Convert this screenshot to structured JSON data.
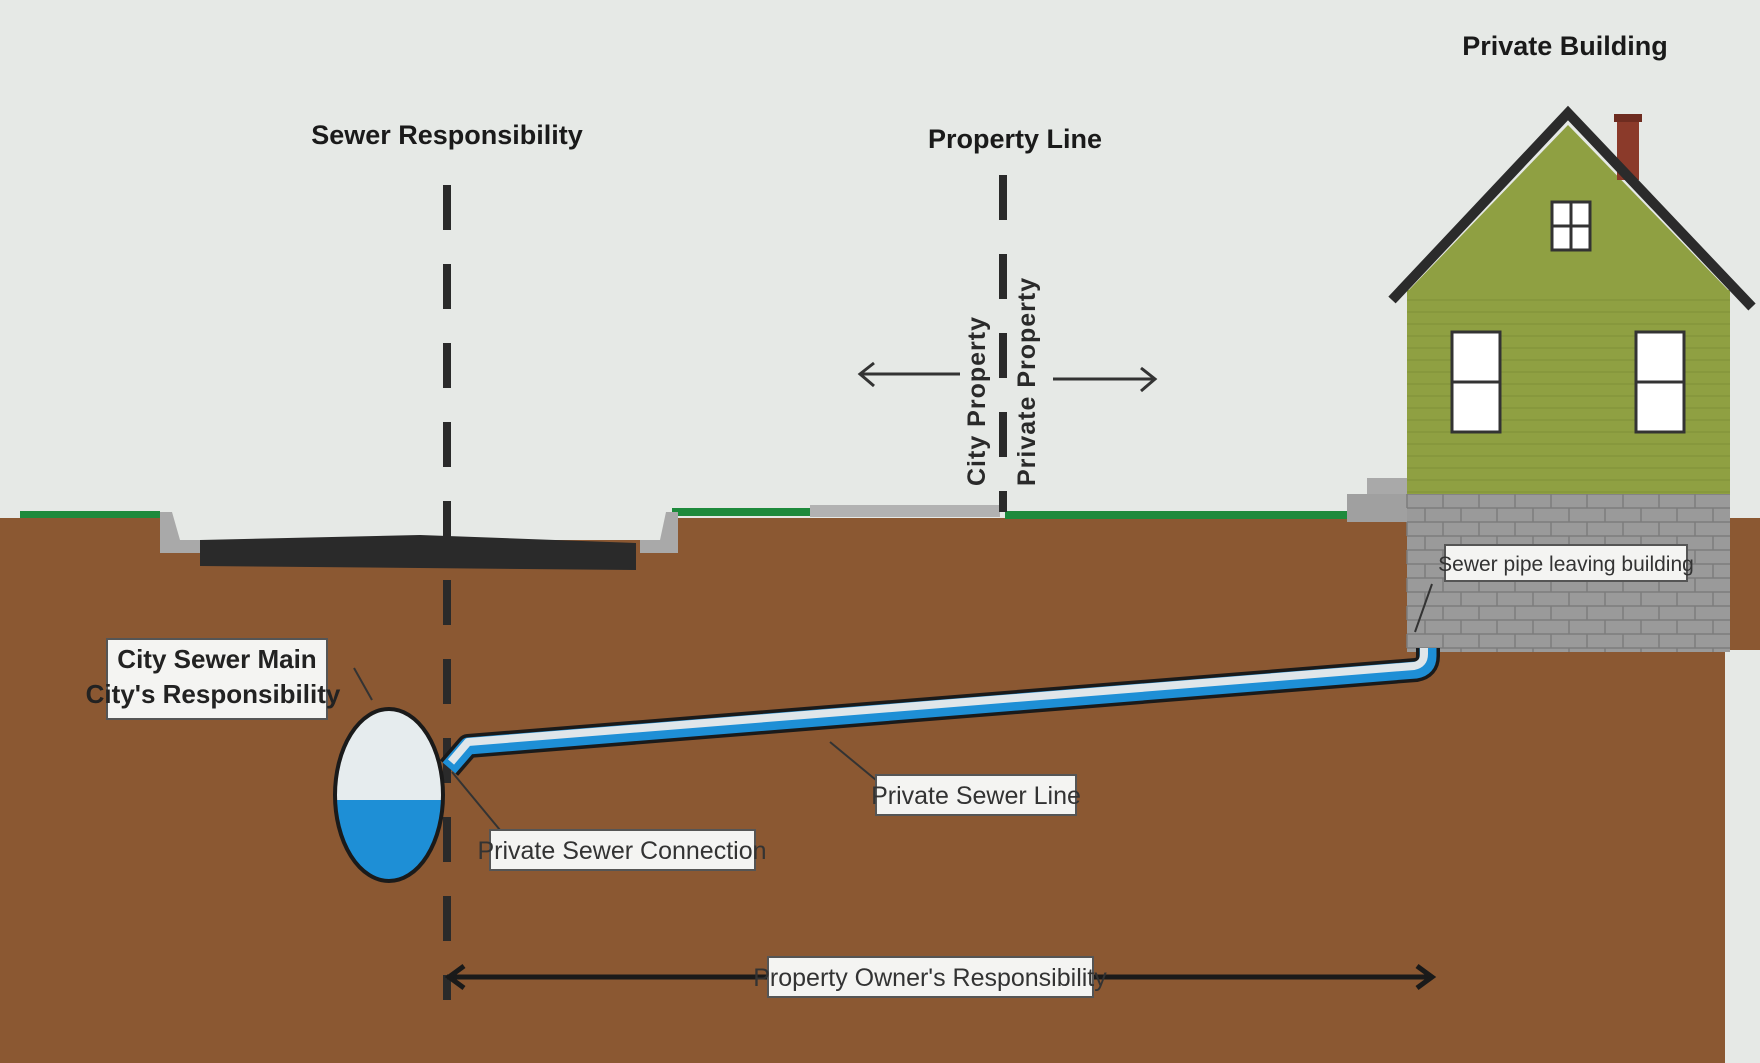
{
  "labels": {
    "private_building": "Private Building",
    "sewer_responsibility": "Sewer Responsibility",
    "property_line": "Property Line",
    "city_property": "City Property",
    "private_property": "Private Property",
    "city_sewer_main_line1": "City Sewer Main",
    "city_sewer_main_line2": "City's Responsibility",
    "sewer_pipe_leaving": "Sewer pipe leaving building",
    "private_sewer_line": "Private Sewer Line",
    "private_sewer_connection": "Private Sewer Connection",
    "owner_responsibility": "Property Owner's Responsibility"
  },
  "colors": {
    "sky": "#e6e9e6",
    "soil": "#8b5832",
    "grass": "#1e8a3c",
    "house_siding": "#8fa042",
    "foundation": "#9a9a9a",
    "water": "#1e8fd6",
    "road": "#2a2a2a",
    "chimney": "#8b3a2a"
  }
}
